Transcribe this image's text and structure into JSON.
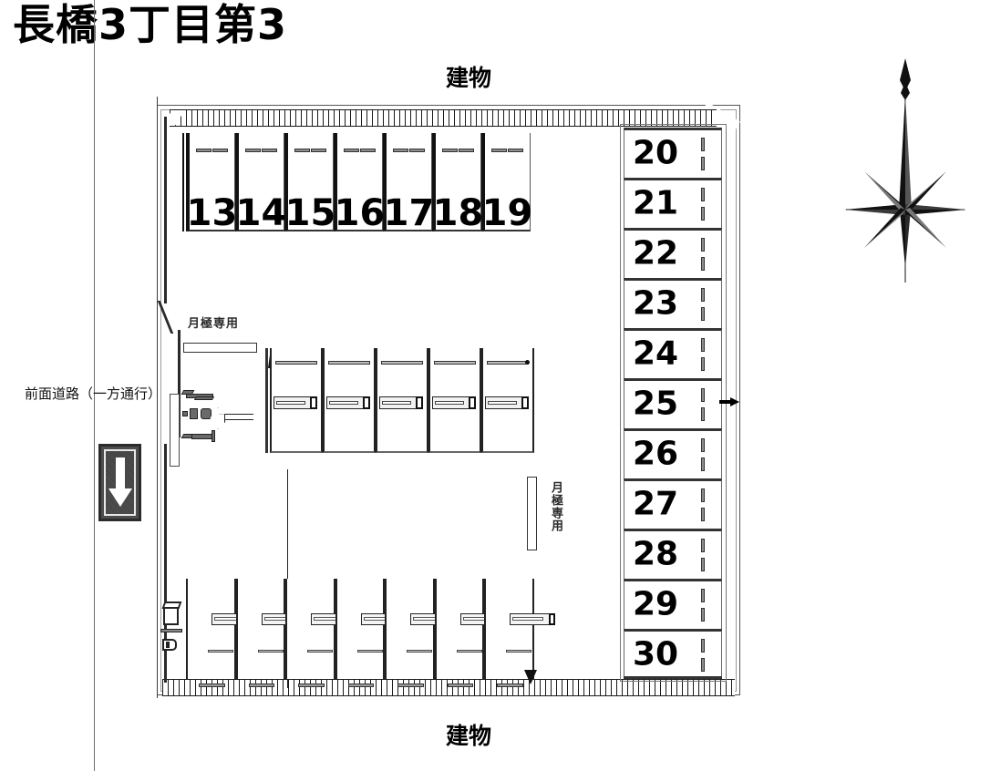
{
  "title": "長橋3丁目第3",
  "labels": {
    "building_top": "建物",
    "building_bottom": "建物",
    "front_road": "前面道路（一方通行）",
    "monthly_only_1": "月極専用",
    "monthly_only_2": "月極専用"
  },
  "icons": {
    "compass": "compass-rose-north",
    "oneway_sign": "one-way-down-arrow-sign",
    "entrance_arrow": "entrance-direction-arrow",
    "stall_25_arrow": "right-pointing-arrow"
  },
  "parking": {
    "top_row": {
      "orientation": "horizontal",
      "stalls": [
        "13",
        "14",
        "15",
        "16",
        "17",
        "18",
        "19"
      ]
    },
    "right_column": {
      "orientation": "vertical",
      "stalls": [
        "20",
        "21",
        "22",
        "23",
        "24",
        "25",
        "26",
        "27",
        "28",
        "29",
        "30"
      ]
    },
    "middle_block": {
      "orientation": "horizontal",
      "stall_count": 5,
      "stalls": [
        "",
        "",
        "",
        "",
        ""
      ]
    },
    "bottom_block": {
      "orientation": "horizontal",
      "stall_count": 7,
      "stalls": [
        "",
        "",
        "",
        "",
        "",
        "",
        ""
      ]
    }
  },
  "colors": {
    "ink": "#000000",
    "line": "#333333",
    "wall_hatch": "#1a1a1a",
    "sign_body": "#4d4d4d",
    "paper": "#ffffff"
  }
}
